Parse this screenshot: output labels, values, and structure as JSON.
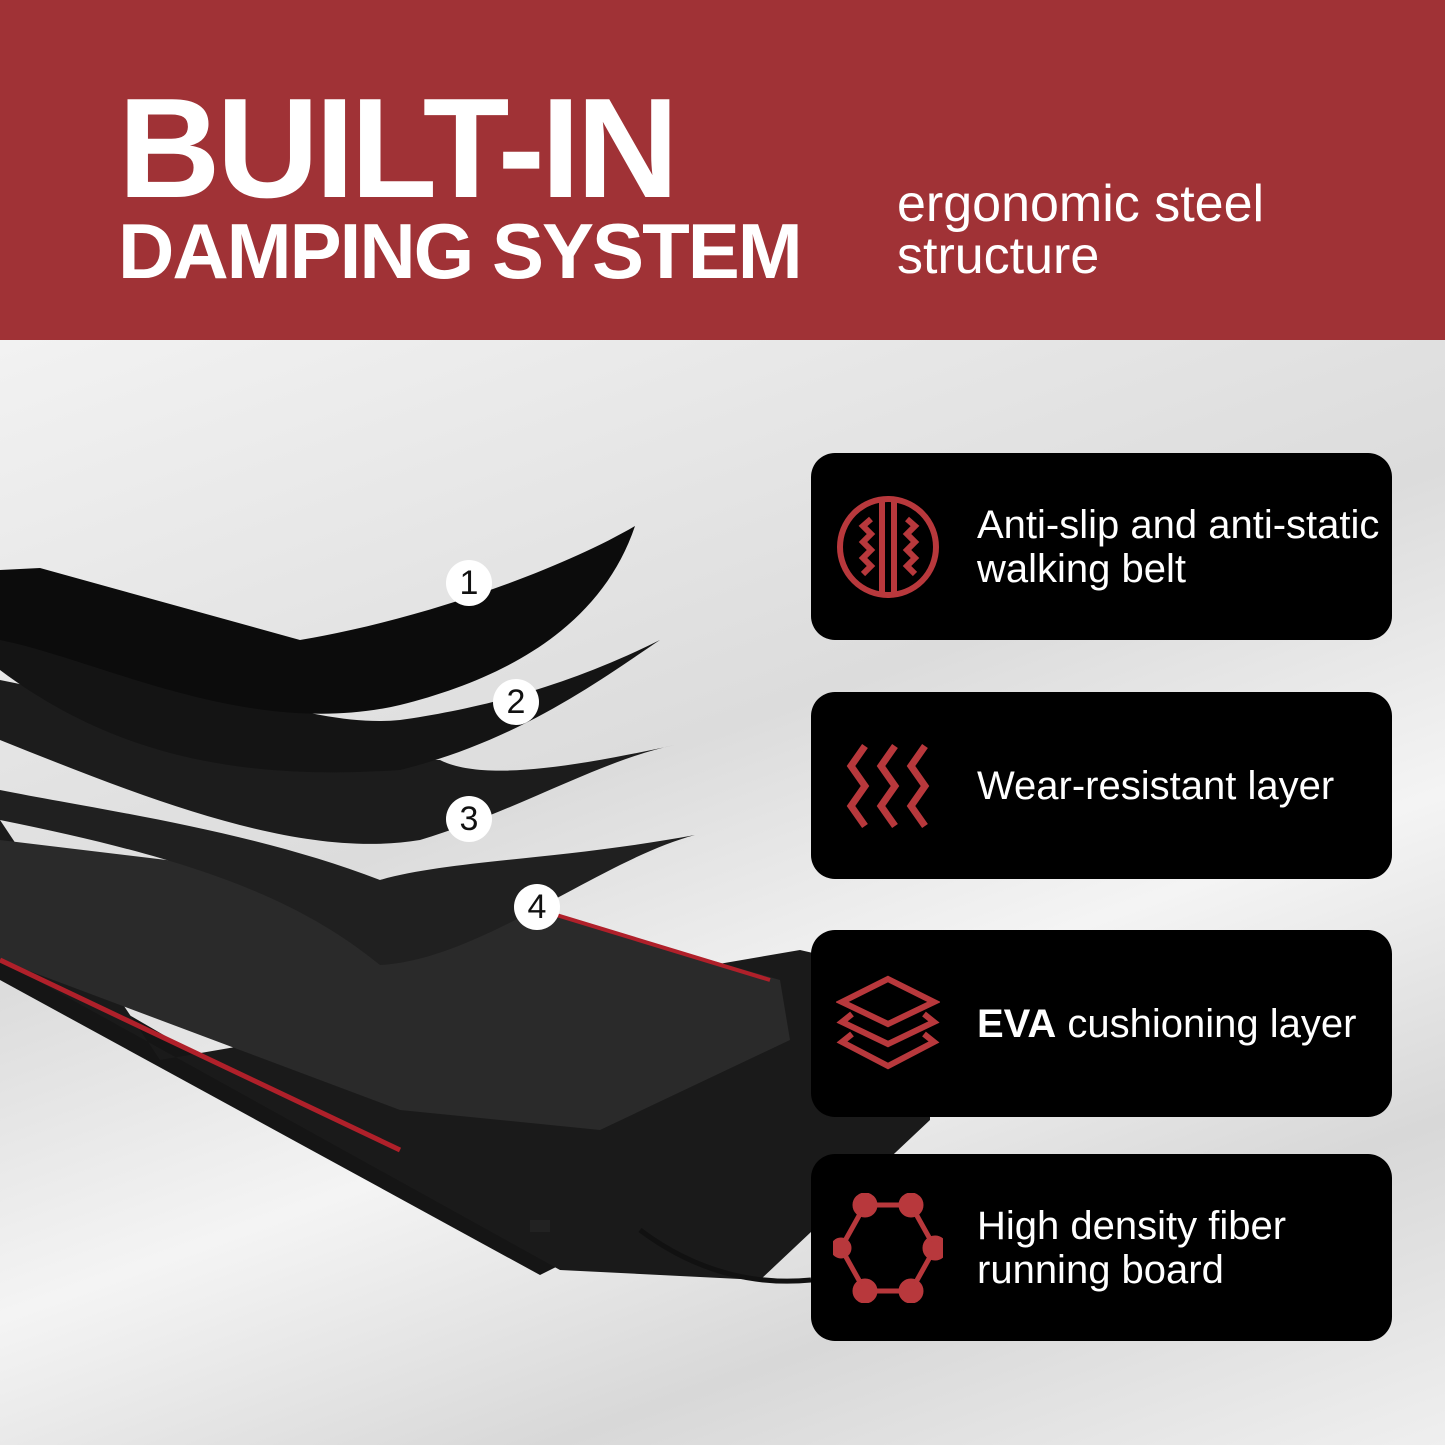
{
  "header": {
    "title_line1": "BUILT-IN",
    "title_line2": "DAMPING SYSTEM",
    "subtitle": "ergonomic steel structure"
  },
  "layer_numbers": [
    "1",
    "2",
    "3",
    "4"
  ],
  "features": [
    {
      "icon": "anti-slip-belt-icon",
      "text": "Anti-slip and anti-static walking belt"
    },
    {
      "icon": "wear-resistant-waves-icon",
      "text": "Wear-resistant layer"
    },
    {
      "icon": "layers-icon",
      "bold": "EVA",
      "text": " cushioning layer"
    },
    {
      "icon": "hexagon-network-icon",
      "text": "High density fiber running board"
    }
  ],
  "colors": {
    "brand_red": "#a03236",
    "card_bg": "#000000"
  }
}
